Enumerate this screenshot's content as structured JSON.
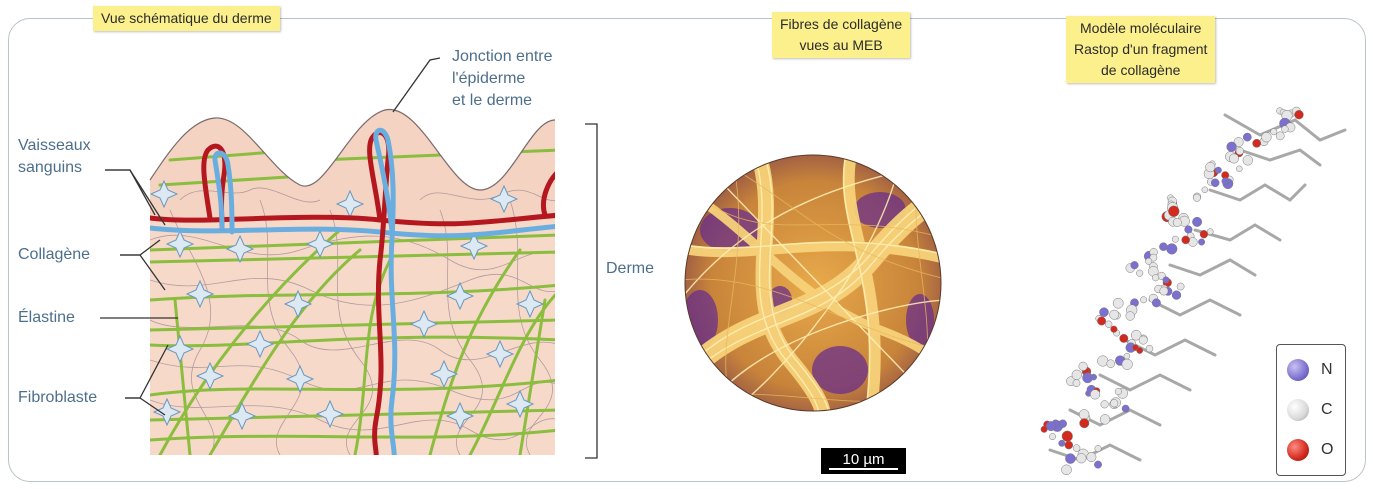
{
  "titles": {
    "schema": "Vue schématique du derme",
    "meb_line1": "Fibres de collagène",
    "meb_line2": "vues au MEB",
    "model_line1": "Modèle moléculaire",
    "model_line2": "Rastop d'un fragment",
    "model_line3": "de collagène"
  },
  "labels": {
    "jonction_1": "Jonction entre",
    "jonction_2": "l'épiderme",
    "jonction_3": "et le derme",
    "vaisseaux_1": "Vaisseaux",
    "vaisseaux_2": "sanguins",
    "collagene": "Collagène",
    "elastine": "Élastine",
    "fibroblaste": "Fibroblaste",
    "derme": "Derme"
  },
  "scale_bar": "10 µm",
  "legend": [
    {
      "symbol": "N",
      "color": "#7b6fcf"
    },
    {
      "symbol": "C",
      "color": "#d9d9d9"
    },
    {
      "symbol": "O",
      "color": "#d22a1e"
    }
  ],
  "colors": {
    "skin": "#f6d9c9",
    "collagen": "#8bbd3e",
    "vessel_red": "#b5171f",
    "vessel_blue": "#6aaee0",
    "label": "#4d6f8c",
    "tag": "#fbf08c"
  }
}
